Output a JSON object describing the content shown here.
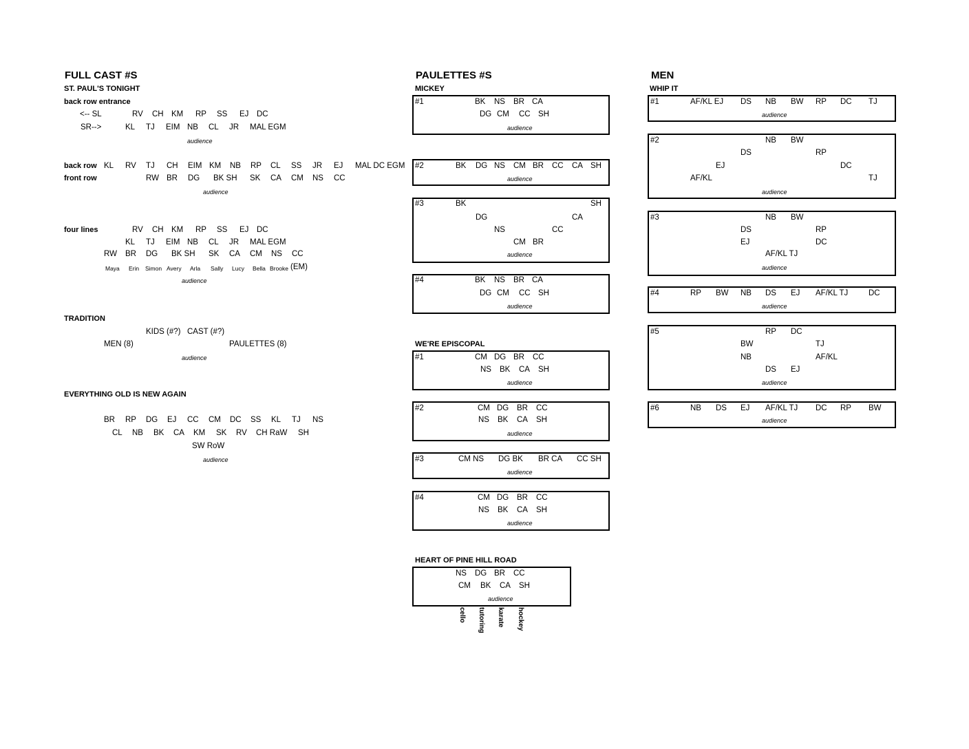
{
  "full_cast": {
    "heading": "FULL CAST #S",
    "st_pauls": {
      "title": "ST. PAUL'S TONIGHT",
      "entrance_label": "back row entrance",
      "sl_label": "<-- SL",
      "sr_label": "SR-->",
      "sl_row": [
        "RV",
        "CH",
        "KM",
        "RP",
        "SS",
        "EJ",
        "DC"
      ],
      "sr_row": [
        "KL",
        "TJ",
        "EIM",
        "NB",
        "CL",
        "JR",
        "MAL EGM"
      ],
      "audience1": "audience",
      "back_row_label": "back row",
      "back_row": [
        "KL",
        "RV",
        "TJ",
        "CH",
        "EIM",
        "KM",
        "NB",
        "RP",
        "CL",
        "SS",
        "JR",
        "EJ",
        "MAL DC EGM"
      ],
      "front_row_label": "front row",
      "front_row": [
        "RW",
        "BR",
        "DG",
        "BK SH",
        "SK",
        "CA",
        "CM",
        "NS",
        "CC"
      ],
      "audience2": "audience",
      "four_lines_label": "four lines",
      "line1": [
        "RV",
        "CH",
        "KM",
        "RP",
        "SS",
        "EJ",
        "DC"
      ],
      "line2": [
        "KL",
        "TJ",
        "EIM",
        "NB",
        "CL",
        "JR",
        "MAL EGM"
      ],
      "line3": [
        "RW",
        "BR",
        "DG",
        "BK SH",
        "SK",
        "CA",
        "CM",
        "NS",
        "CC"
      ],
      "names": [
        "Maya",
        "Erin",
        "Simon",
        "Avery",
        "Arla",
        "Sally",
        "Lucy",
        "Bella",
        "Brooke"
      ],
      "names_suffix": "(EM)",
      "audience3": "audience"
    },
    "tradition": {
      "title": "TRADITION",
      "kids": "KIDS (#?)",
      "cast": "CAST (#?)",
      "men": "MEN (8)",
      "paulettes": "PAULETTES (8)",
      "audience": "audience"
    },
    "everything_old": {
      "title": "EVERYTHING OLD IS NEW AGAIN",
      "row1": [
        "BR",
        "RP",
        "DG",
        "EJ",
        "CC",
        "CM",
        "DC",
        "SS",
        "KL",
        "TJ",
        "NS"
      ],
      "row2": [
        "CL",
        "NB",
        "BK",
        "CA",
        "KM",
        "SK",
        "RV",
        "CH RaW",
        "SH"
      ],
      "row3": "SW RoW",
      "audience": "audience"
    }
  },
  "paulettes": {
    "heading": "PAULETTES #S",
    "mickey": {
      "title": "MICKEY",
      "f1": {
        "label": "#1",
        "r1": [
          "BK",
          "NS",
          "BR",
          "CA"
        ],
        "r2": [
          "DG",
          "CM",
          "CC",
          "SH"
        ],
        "aud": "audience"
      },
      "f2": {
        "label": "#2",
        "r1": [
          "BK",
          "DG",
          "NS",
          "CM",
          "BR",
          "CC",
          "CA",
          "SH"
        ],
        "aud": "audience"
      },
      "f3": {
        "label": "#3",
        "a": [
          "BK",
          "SH"
        ],
        "b": [
          "DG",
          "CA"
        ],
        "c": [
          "NS",
          "CC"
        ],
        "d": [
          "CM",
          "BR"
        ],
        "aud": "audience"
      },
      "f4": {
        "label": "#4",
        "r1": [
          "BK",
          "NS",
          "BR",
          "CA"
        ],
        "r2": [
          "DG",
          "CM",
          "CC",
          "SH"
        ],
        "aud": "audience"
      }
    },
    "episcopal": {
      "title": "WE'RE EPISCOPAL",
      "f1": {
        "label": "#1",
        "r1": [
          "CM",
          "DG",
          "BR",
          "CC"
        ],
        "r2": [
          "NS",
          "BK",
          "CA",
          "SH"
        ],
        "aud": "audience"
      },
      "f2": {
        "label": "#2",
        "r1": [
          "CM",
          "DG",
          "BR",
          "CC"
        ],
        "r2": [
          "NS",
          "BK",
          "CA",
          "SH"
        ],
        "aud": "audience"
      },
      "f3": {
        "label": "#3",
        "r1": [
          "CM NS",
          "DG BK",
          "BR CA",
          "CC SH"
        ],
        "aud": "audience"
      },
      "f4": {
        "label": "#4",
        "r1": [
          "CM",
          "DG",
          "BR",
          "CC"
        ],
        "r2": [
          "NS",
          "BK",
          "CA",
          "SH"
        ],
        "aud": "audience"
      }
    },
    "heart": {
      "title": "HEART OF PINE HILL ROAD",
      "r1": [
        "NS",
        "DG",
        "BR",
        "CC"
      ],
      "r2": [
        "CM",
        "BK",
        "CA",
        "SH"
      ],
      "aud": "audience",
      "verticals": [
        "cello",
        "tutoring",
        "karate",
        "hockey"
      ]
    }
  },
  "men": {
    "heading": "MEN",
    "whip_it": {
      "title": "WHIP IT",
      "f1": {
        "label": "#1",
        "r1": [
          "AF/KL EJ",
          "DS",
          "NB",
          "BW",
          "RP",
          "DC",
          "TJ"
        ],
        "aud": "audience"
      },
      "f2": {
        "label": "#2",
        "nb": "NB",
        "bw": "BW",
        "ds": "DS",
        "rp": "RP",
        "ej": "EJ",
        "dc": "DC",
        "afkl": "AF/KL",
        "tj": "TJ",
        "aud": "audience"
      },
      "f3": {
        "label": "#3",
        "nb": "NB",
        "bw": "BW",
        "ds": "DS",
        "rp": "RP",
        "ej": "EJ",
        "dc": "DC",
        "afkltj": "AF/KL TJ",
        "aud": "audience"
      },
      "f4": {
        "label": "#4",
        "r1": [
          "RP",
          "BW",
          "NB",
          "DS",
          "EJ",
          "AF/KL TJ",
          "DC"
        ],
        "aud": "audience"
      },
      "f5": {
        "label": "#5",
        "rp": "RP",
        "dc": "DC",
        "bw": "BW",
        "tj": "TJ",
        "nb": "NB",
        "afkl": "AF/KL",
        "ds": "DS",
        "ej": "EJ",
        "aud": "audience"
      },
      "f6": {
        "label": "#6",
        "r1": [
          "NB",
          "DS",
          "EJ",
          "AF/KL TJ",
          "DC",
          "RP",
          "BW"
        ],
        "aud": "audience"
      }
    }
  }
}
